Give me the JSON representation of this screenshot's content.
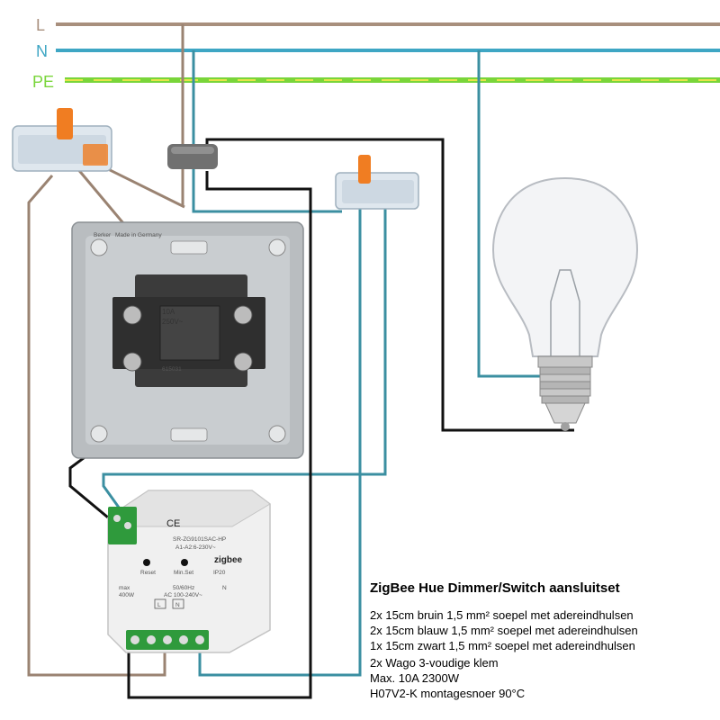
{
  "rails": {
    "l": {
      "label": "L",
      "color": "#a88f7d"
    },
    "n": {
      "label": "N",
      "color": "#3ea6c4"
    },
    "pe": {
      "label": "PE",
      "color": "#79d53a",
      "stripe": "#e8e24a"
    }
  },
  "wire_colors": {
    "brown": "#9a8372",
    "blue": "#3b8fa1",
    "black": "#111111"
  },
  "switch": {
    "rating_a": "10A",
    "rating_v": "250V~",
    "part_no": "615031",
    "brand": "Berker",
    "made_in": "Made in Germany"
  },
  "module": {
    "model": "SR-ZG9101SAC-HP",
    "rating": "A1-A2:6-230V~",
    "certs": "CE",
    "reset_label": "Reset",
    "minset_label": "Min.Set",
    "ip": "IP20",
    "max_label": "max",
    "max_power": "400W",
    "freq": "50/60Hz",
    "ac": "AC 100-240V~",
    "terminals": [
      "L",
      "N"
    ],
    "n_label": "N",
    "brand": "zigbee"
  },
  "notes": {
    "title": "ZigBee Hue Dimmer/Switch aansluitset",
    "lines": [
      "2x 15cm bruin 1,5 mm² soepel met adereindhulsen",
      "2x 15cm blauw 1,5 mm² soepel met adereindhulsen",
      "1x 15cm zwart 1,5 mm² soepel met adereindhulsen"
    ],
    "lines2": [
      "2x Wago 3-voudige klem",
      "Max. 10A 2300W",
      "H07V2-K montagesnoer 90°C"
    ]
  }
}
